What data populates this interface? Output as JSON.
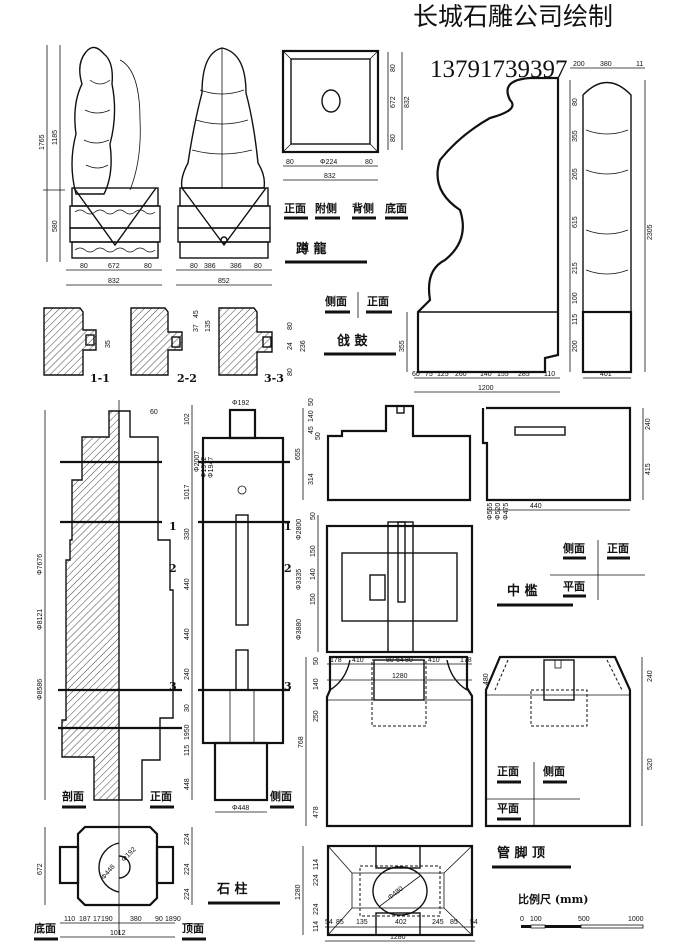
{
  "header": {
    "title": "长城石雕公司绘制",
    "phone": "13791739397"
  },
  "lion": {
    "heights": [
      "1765",
      "1185",
      "580"
    ],
    "front_widths": [
      "80",
      "672",
      "80",
      "832"
    ],
    "side_widths": [
      "80",
      "386",
      "386",
      "80",
      "852"
    ]
  },
  "pedestal_plan": {
    "dims": [
      "80",
      "672",
      "80",
      "832",
      "80",
      "Φ224",
      "80",
      "832"
    ]
  },
  "view_labels_1": [
    "正面",
    "附侧",
    "背侧",
    "底面"
  ],
  "dunlong_title": "蹲 龍",
  "qianggu": {
    "labels": [
      "侧面",
      "正面"
    ],
    "title": "戗 鼓",
    "top_dims": [
      "200",
      "380",
      "11"
    ],
    "side_dims": [
      "80",
      "355",
      "265",
      "615",
      "215",
      "100",
      "115",
      "200",
      "2305",
      "355"
    ],
    "bottom_dims": [
      "60",
      "75",
      "125",
      "260",
      "140",
      "155",
      "285",
      "110",
      "1200",
      "401"
    ]
  },
  "sections": {
    "labels": [
      "1-1",
      "2-2",
      "3-3"
    ],
    "dims": [
      "35",
      "37",
      "45",
      "135",
      "80",
      "24",
      "236",
      "80"
    ]
  },
  "column": {
    "title": "石 柱",
    "labels": [
      "剖面",
      "正面",
      "侧面",
      "底面",
      "顶面"
    ],
    "top_dims": [
      "60",
      "Φ192"
    ],
    "height_dims": [
      "102",
      "1017",
      "330",
      "440",
      "440",
      "240",
      "30",
      "1950",
      "115",
      "448"
    ],
    "diam_dims": [
      "Φ2007",
      "Φ1972",
      "Φ1947",
      "Φ2800",
      "Φ3335",
      "Φ3880",
      "Φ8586",
      "Φ8121",
      "Φ7676"
    ],
    "section_marks": [
      "1",
      "2",
      "3",
      "1",
      "2",
      "3"
    ],
    "base_dim": "Φ448",
    "plan_dims": [
      "672",
      "224",
      "224",
      "224",
      "Φ448",
      "Φ192"
    ],
    "plan_bottom_dims": [
      "110",
      "187",
      "17",
      "190",
      "380",
      "90",
      "18",
      "90",
      "1012"
    ]
  },
  "zhongkan": {
    "title": "中 槛",
    "labels": [
      "侧面",
      "正面",
      "平面"
    ],
    "dims": [
      "50",
      "140",
      "45",
      "50",
      "655",
      "314",
      "240",
      "415",
      "440",
      "50",
      "150",
      "140",
      "150",
      "Φ555",
      "Φ520",
      "Φ475"
    ],
    "bottom_dims": [
      "178",
      "410",
      "80",
      "64",
      "80",
      "410",
      "178",
      "1280"
    ]
  },
  "guanjiao": {
    "title": "管 脚 顶",
    "labels": [
      "正面",
      "侧面",
      "平面"
    ],
    "dims": [
      "50",
      "140",
      "250",
      "768",
      "478",
      "480",
      "240",
      "520",
      "1280",
      "114",
      "224",
      "224",
      "114",
      "Φ480"
    ],
    "bottom_dims": [
      "54",
      "85",
      "135",
      "402",
      "245",
      "85",
      "54",
      "1280"
    ]
  },
  "scale": {
    "label": "比例尺 (mm)",
    "ticks": [
      "0",
      "100",
      "500",
      "1000"
    ]
  }
}
